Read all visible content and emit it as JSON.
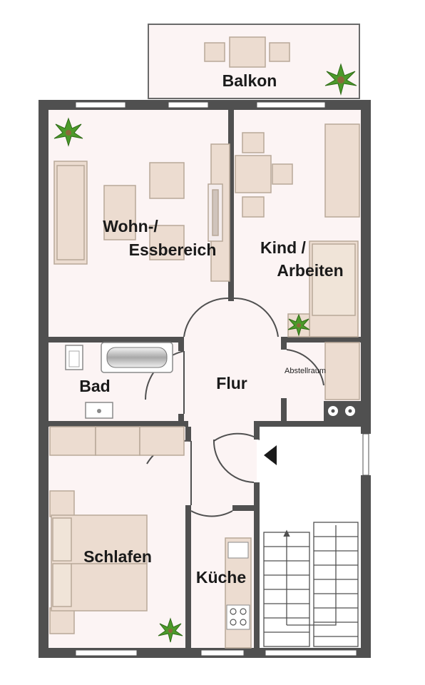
{
  "rooms": {
    "balkon": "Balkon",
    "wohn_line1": "Wohn-/",
    "wohn_line2": "Essbereich",
    "kind_line1": "Kind /",
    "kind_line2": "Arbeiten",
    "bad": "Bad",
    "flur": "Flur",
    "abstellraum": "Abstellraum",
    "schlafen": "Schlafen",
    "kueche": "Küche"
  },
  "colors": {
    "wall": "#505050",
    "floor": "#fcf4f4",
    "furniture": "#ecdcd0",
    "furniture_stroke": "#b8a898",
    "window": "#ffffff",
    "plant": "#4c9a2a"
  }
}
